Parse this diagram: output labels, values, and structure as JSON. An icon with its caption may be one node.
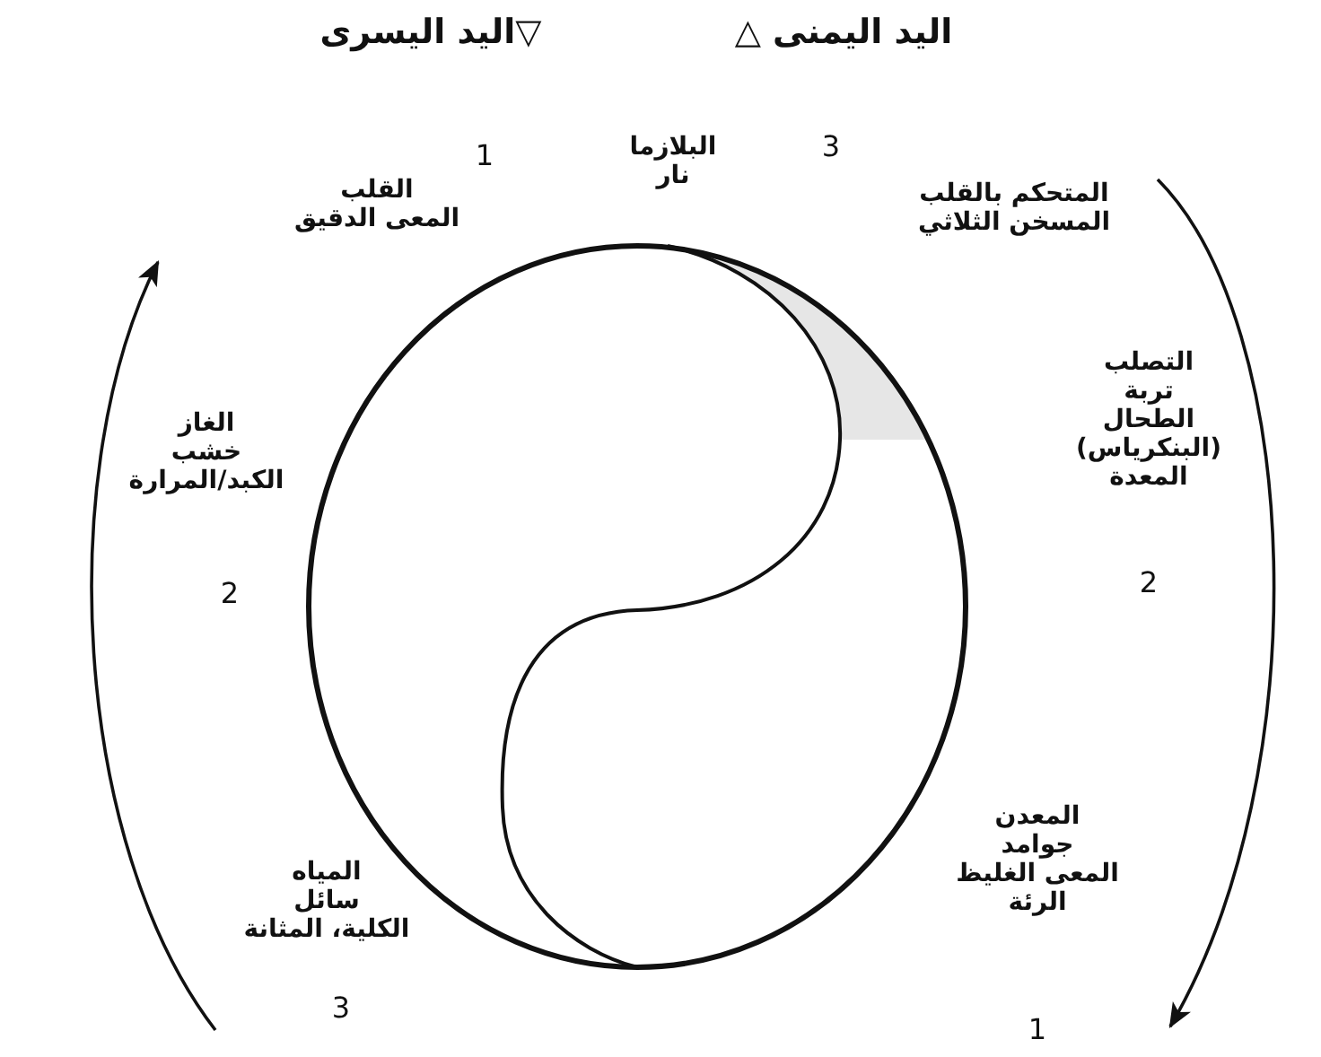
{
  "diagram": {
    "labels": [
      "اليد اليمنى △",
      "▽اليد اليسرى",
      "3",
      "البلازما نار",
      "1",
      "المتحكم بالقلب المسخن الثلاثي",
      "القلب المعى الدقيق",
      "التصلب تربة الطحال (البنكرياس) المعدة",
      "2",
      "الغاز خشب الكبد/المرارة",
      "2",
      "المعدن جوامد المعى الغليظ الرئة",
      "1",
      "المياه سائل الكلية، المثانة",
      "3"
    ]
  }
}
